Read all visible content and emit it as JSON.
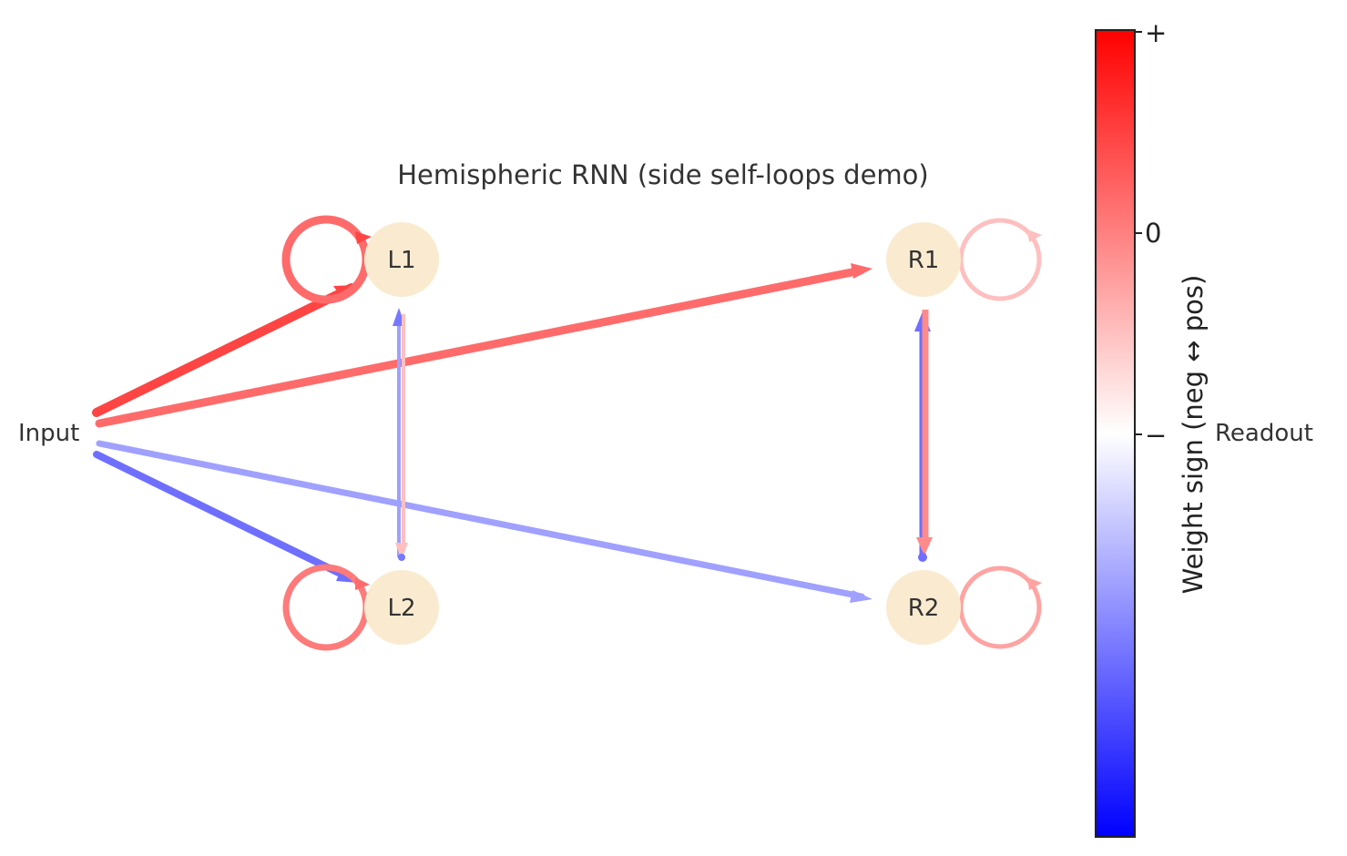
{
  "title": "Hemispheric RNN (side self-loops demo)",
  "labels": {
    "input": "Input",
    "readout": "Readout"
  },
  "nodes": [
    {
      "id": "L1",
      "label": "L1"
    },
    {
      "id": "L2",
      "label": "L2"
    },
    {
      "id": "R1",
      "label": "R1"
    },
    {
      "id": "R2",
      "label": "R2"
    }
  ],
  "colorbar": {
    "label": "Weight sign (neg ↔ pos)",
    "ticks": [
      "+",
      "0",
      "−"
    ],
    "colors": {
      "negative": "#0000ff",
      "zero": "#ffffff",
      "positive": "#ff0000"
    }
  },
  "colors": {
    "node_fill": "#faebd0",
    "strong_positive": "#ff4444",
    "positive": "#ff6b6b",
    "light_positive": "#ffbfbf",
    "mid_positive": "#ff8a8a",
    "negative": "#6f6fff",
    "light_negative": "#a0a0ff"
  }
}
